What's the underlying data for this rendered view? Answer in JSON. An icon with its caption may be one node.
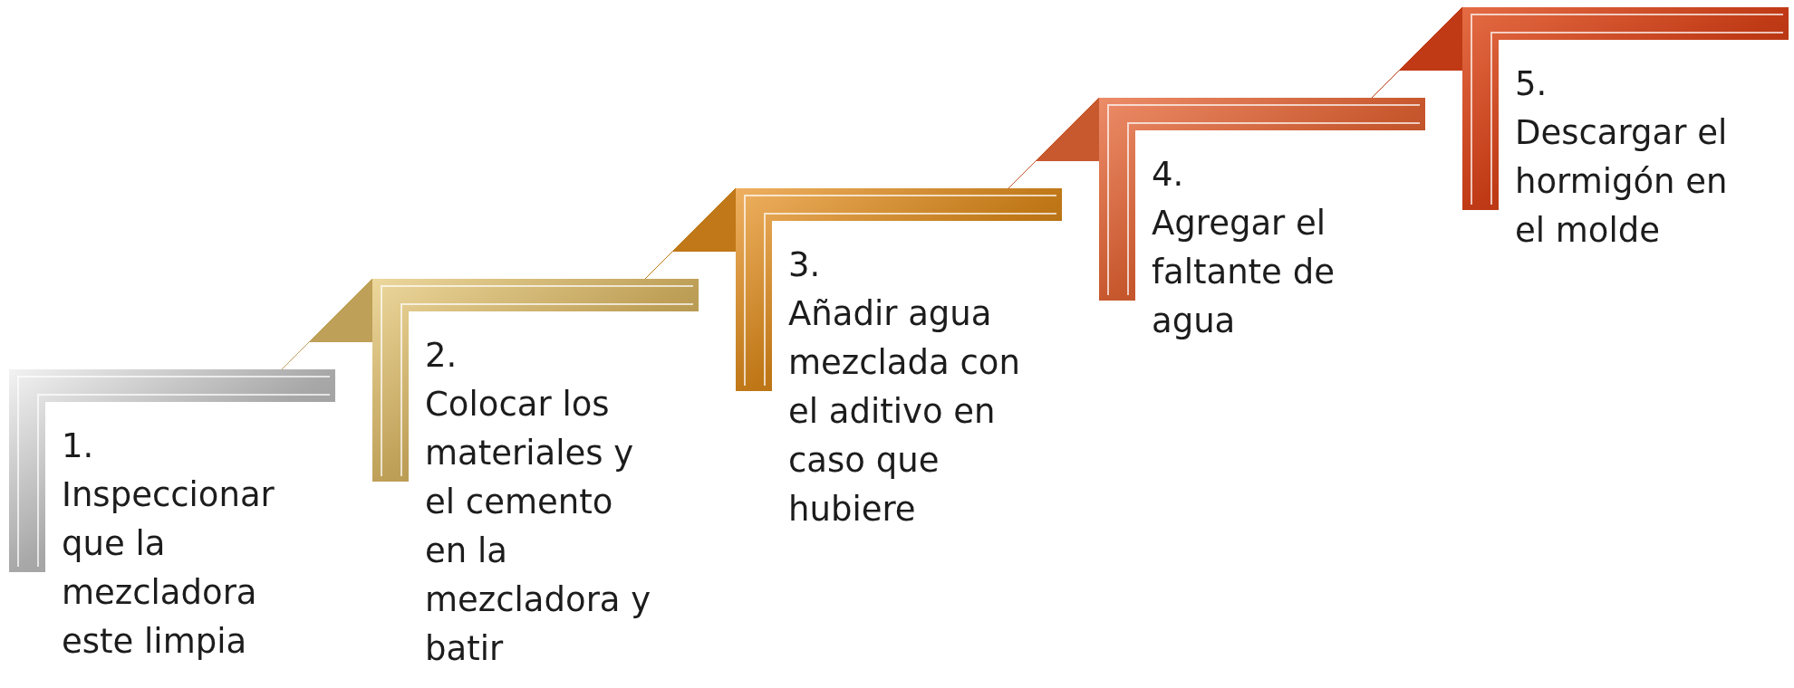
{
  "diagram": {
    "nodes": [
      {
        "text": [
          "1.",
          "Inspeccionar que la mezcladora este limpia"
        ]
      },
      {
        "text": [
          "2.",
          "Colocar los materiales y el cemento en la mezcladora y batir"
        ]
      },
      {
        "text": [
          "3.",
          "Añadir agua mezclada con el aditivo en caso que hubiere"
        ]
      },
      {
        "text": [
          "4.",
          "Agregar el faltante de agua"
        ]
      },
      {
        "text": [
          "5.",
          "Descargar el hormigón en el molde"
        ]
      }
    ],
    "edges": [
      {
        "from": 0,
        "to": 1,
        "arrow": "to",
        "color": "#bfa058"
      },
      {
        "from": 1,
        "to": 2,
        "arrow": "to",
        "color": "#c07818"
      },
      {
        "from": 2,
        "to": 3,
        "arrow": "to",
        "color": "#c8582e"
      },
      {
        "from": 3,
        "to": 4,
        "arrow": "to",
        "color": "#c03a16"
      }
    ]
  }
}
